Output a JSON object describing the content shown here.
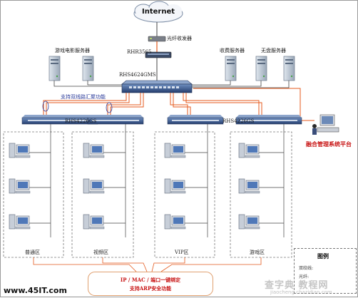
{
  "internet": "Internet",
  "transceiver": "光纤收发器",
  "router": "RHR3565",
  "core_switch": "RHS4624GMS",
  "left_servers": "游戏电影服务器",
  "right_servers_1": "收费服务器",
  "right_servers_2": "无盘服务器",
  "dual_link": "支持双线路汇聚功能",
  "access_switch_left": "RHS4226GS",
  "access_switch_right": "RHS4226GS",
  "mgmt_platform": "融合管理系统平台",
  "zones": [
    "普通区",
    "视频区",
    "VIP区",
    "游戏区"
  ],
  "legend": {
    "title": "图例",
    "row1": "双绞线:",
    "row2": "光纤:"
  },
  "note_line1": "IP / MAC / 端口一键绑定",
  "note_line2": "支持ARP安全功能",
  "site_url": "www.45IT.com",
  "watermark": "查字典 教程网",
  "watermark_sub": "jiaocheng.chazidian.com",
  "colors": {
    "fiber": "#e45a1e",
    "twisted": "#444444",
    "switch": "#2c4e86"
  }
}
